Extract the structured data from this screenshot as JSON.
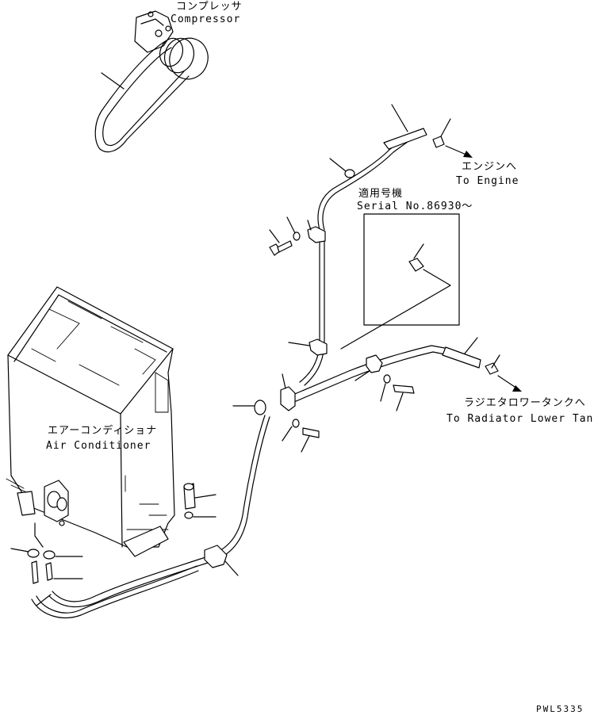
{
  "labels": {
    "compressor_jp": "コンプレッサ",
    "compressor_en": "Compressor",
    "engine_jp": "エンジンへ",
    "engine_en": "To Engine",
    "serial_jp": "適用号機",
    "serial_en": "Serial No.86930～",
    "radiator_jp": "ラジエタロワータンクへ",
    "radiator_en": "To Radiator Lower Tank",
    "aircon_jp": "エアーコンディショナ",
    "aircon_en": "Air Conditioner",
    "drawing_code": "PWL5335"
  },
  "colors": {
    "line": "#000000",
    "background": "#ffffff"
  }
}
